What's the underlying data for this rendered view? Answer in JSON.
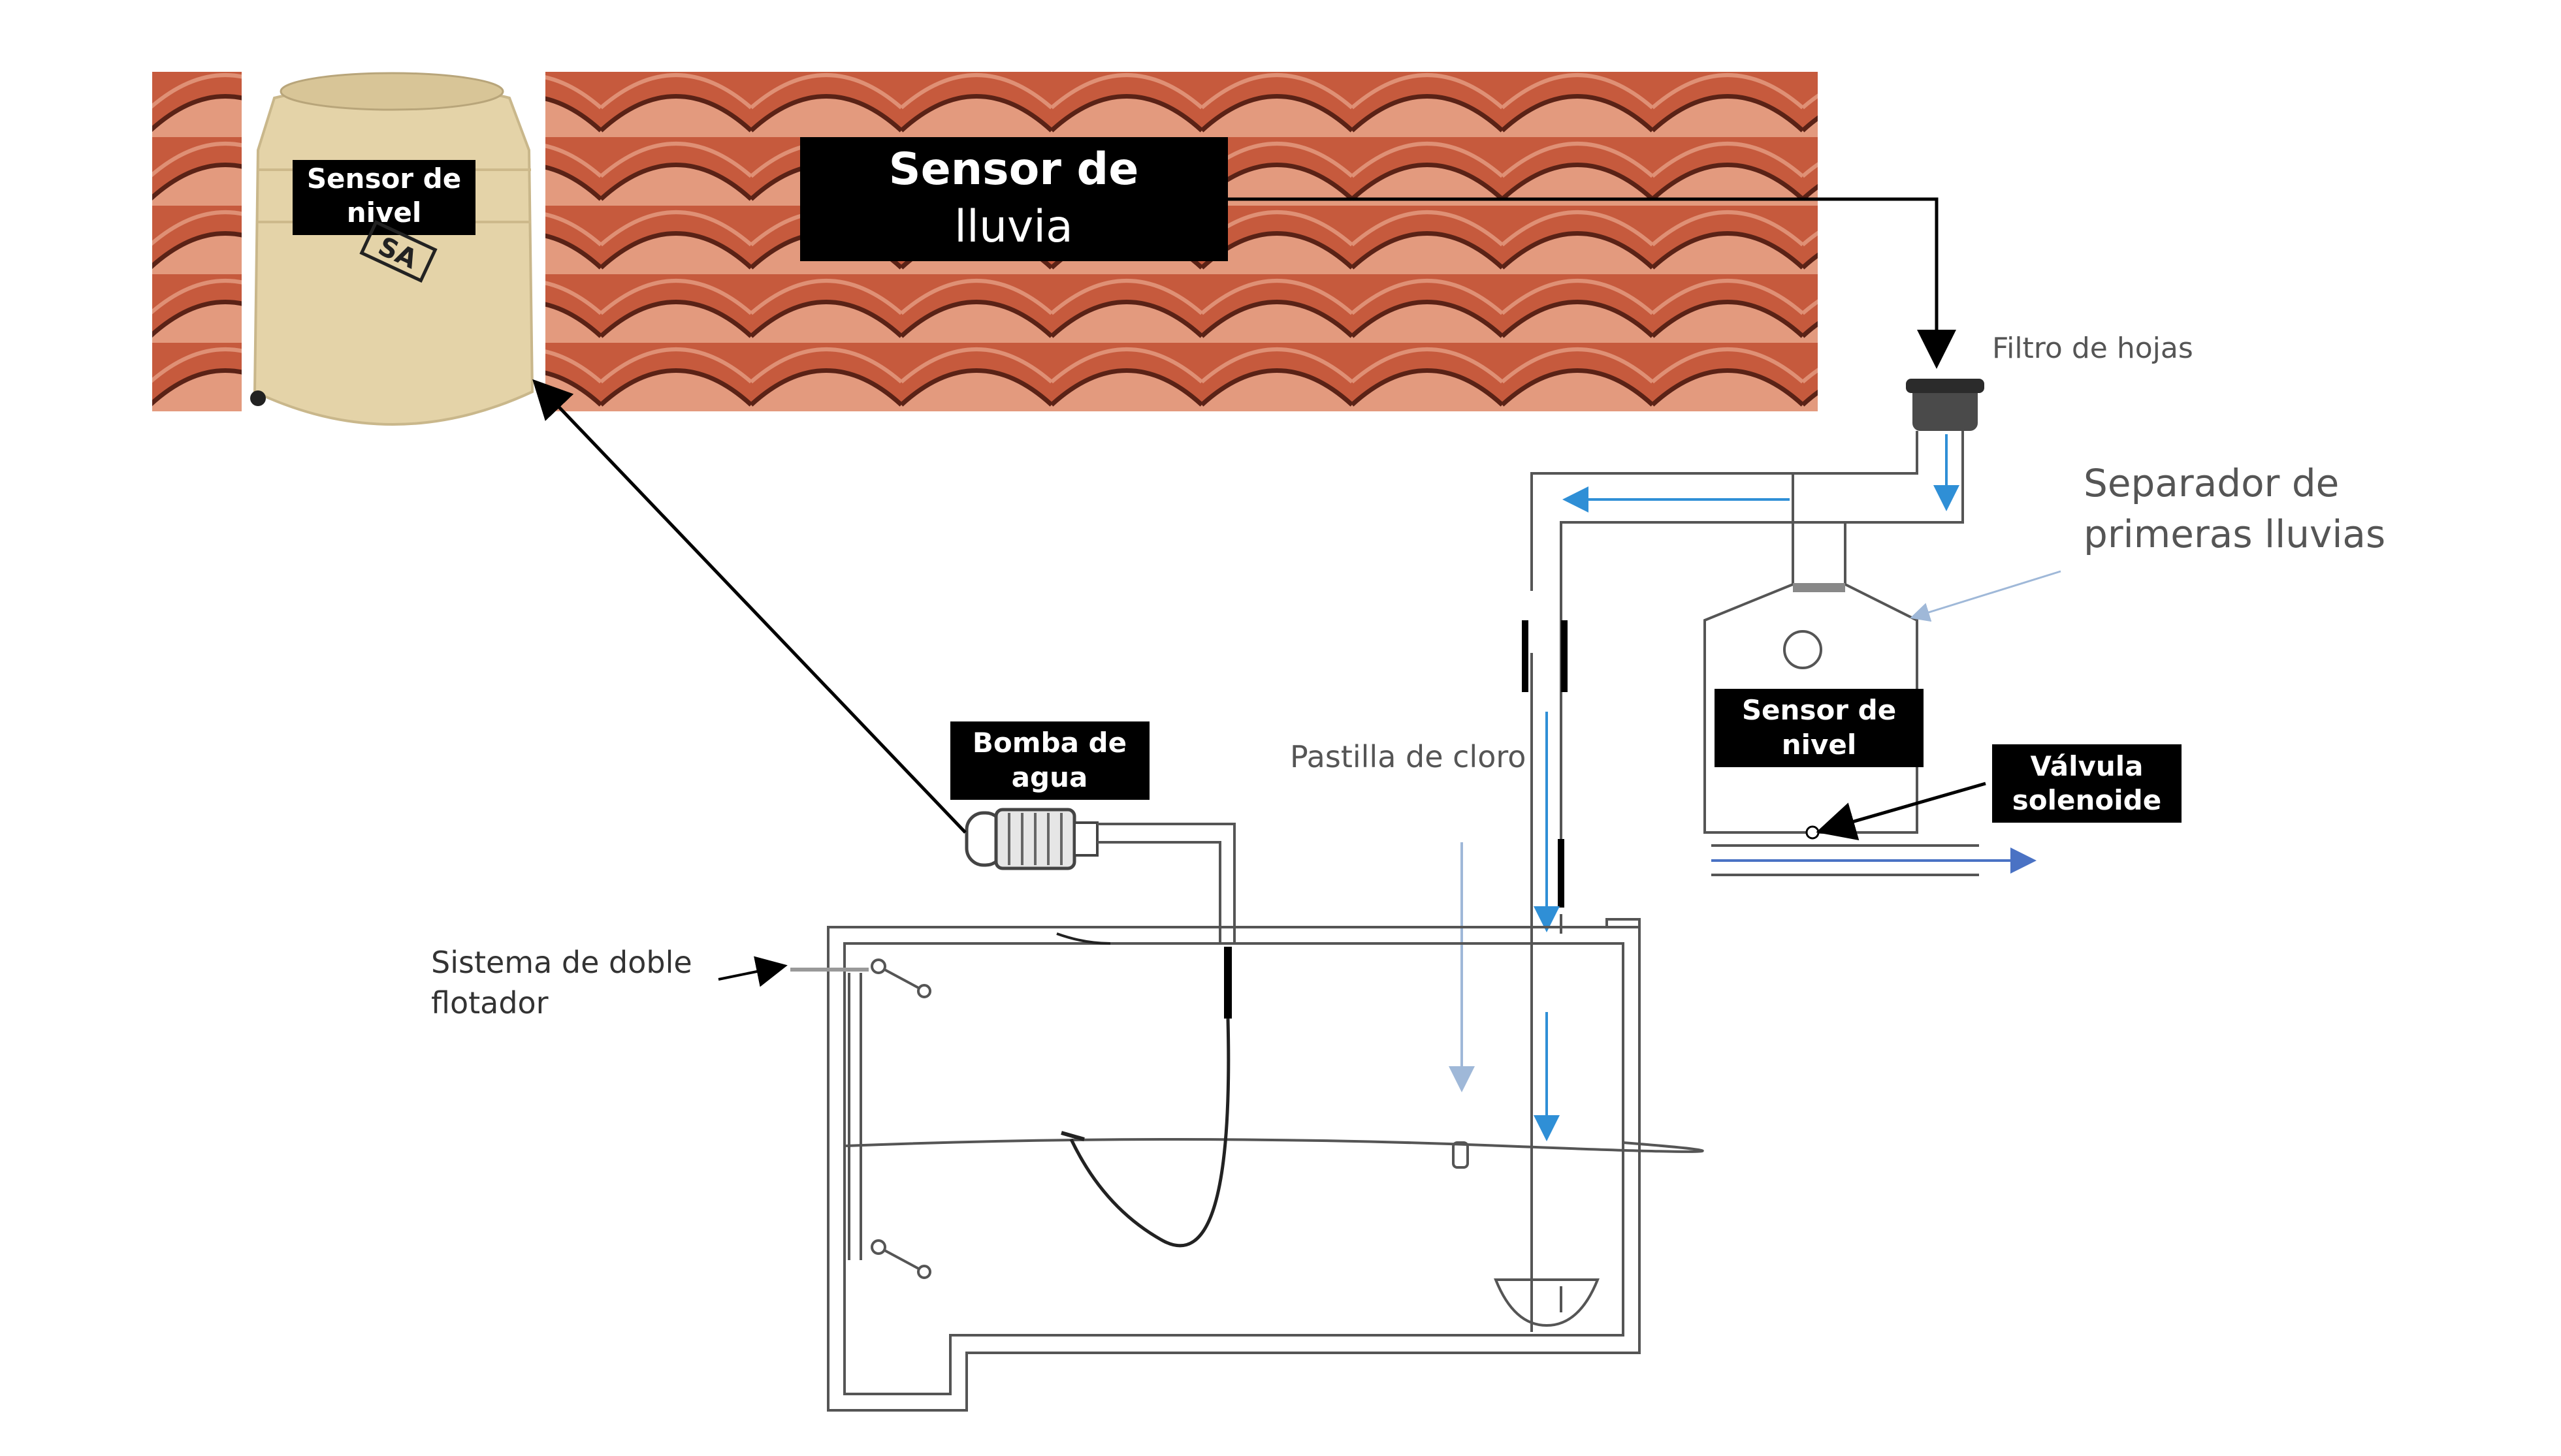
{
  "labels": {
    "tank_sensor": [
      "Sensor de",
      "nivel"
    ],
    "tank_brand": "SA",
    "rain_sensor": [
      "Sensor de",
      "lluvia"
    ],
    "leaf_filter": "Filtro de hojas",
    "first_flush": [
      "Separador de",
      "primeras lluvias"
    ],
    "separator_sensor": [
      "Sensor de",
      "nivel"
    ],
    "solenoid_valve": [
      "Válvula",
      "solenoide"
    ],
    "water_pump": [
      "Bomba de",
      "agua"
    ],
    "chlorine_tablet": "Pastilla de cloro",
    "double_float": [
      "Sistema de doble",
      "flotador"
    ]
  },
  "colors": {
    "roof_base": "#c65a3d",
    "roof_light": "#e39a7e",
    "roof_shadow": "#5a2216",
    "tank": "#e4d3a8",
    "label_bg": "#000000",
    "label_text": "#ffffff",
    "pipe": "#555555",
    "flow": "#2f8fd6",
    "arrow": "#000000",
    "outflow": "#4a72c4",
    "caption": "#555555"
  }
}
